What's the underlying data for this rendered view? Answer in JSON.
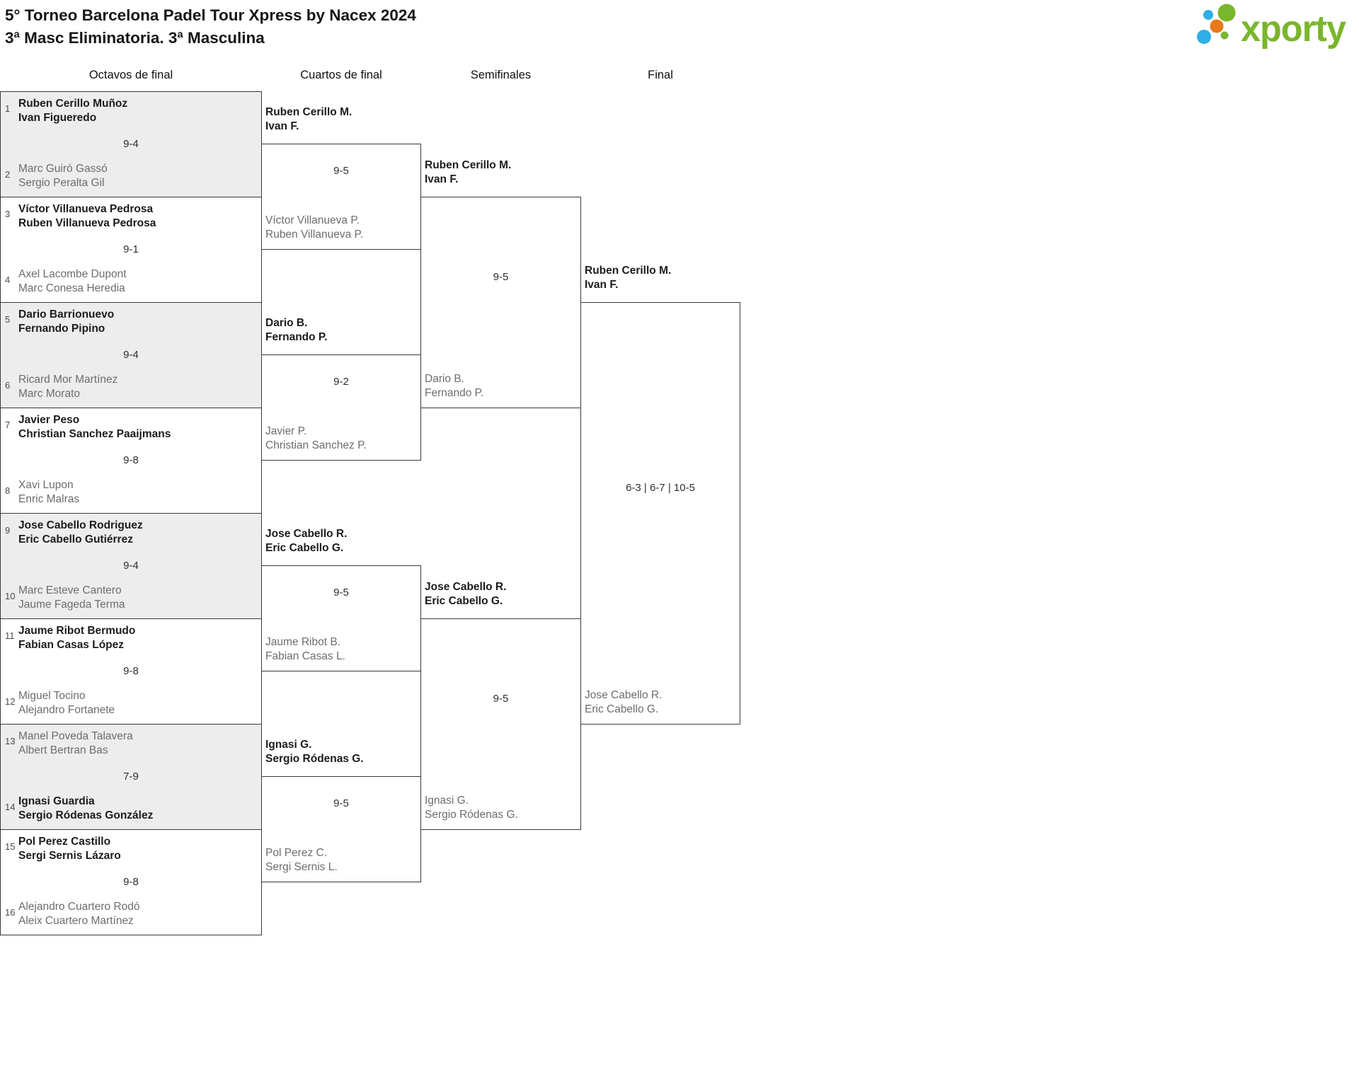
{
  "header": {
    "title": "5° Torneo Barcelona Padel Tour Xpress by Nacex 2024",
    "subtitle": "3ª Masc Eliminatoria. 3ª Masculina"
  },
  "logo": {
    "brand": "xporty",
    "colors": {
      "green": "#7ab62c",
      "blue": "#2fafe8",
      "orange": "#e8791d"
    }
  },
  "columns": [
    "Octavos de final",
    "Cuartos de final",
    "Semifinales",
    "Final"
  ],
  "bracket": {
    "octavos": [
      {
        "seeds": [
          "1",
          "2"
        ],
        "teams": [
          [
            "Ruben Cerillo Muñoz",
            "Ivan Figueredo"
          ],
          [
            "Marc Guiró Gassó",
            "Sergio Peralta Gil"
          ]
        ],
        "winner": 0,
        "score": "9-4"
      },
      {
        "seeds": [
          "3",
          "4"
        ],
        "teams": [
          [
            "Víctor Villanueva Pedrosa",
            "Ruben Villanueva Pedrosa"
          ],
          [
            "Axel Lacombe Dupont",
            "Marc Conesa Heredia"
          ]
        ],
        "winner": 0,
        "score": "9-1"
      },
      {
        "seeds": [
          "5",
          "6"
        ],
        "teams": [
          [
            "Dario Barrionuevo",
            "Fernando Pipino"
          ],
          [
            "Ricard Mor Martínez",
            "Marc Morato"
          ]
        ],
        "winner": 0,
        "score": "9-4"
      },
      {
        "seeds": [
          "7",
          "8"
        ],
        "teams": [
          [
            "Javier Peso",
            "Christian Sanchez Paaijmans"
          ],
          [
            "Xavi Lupon",
            "Enric Malras"
          ]
        ],
        "winner": 0,
        "score": "9-8"
      },
      {
        "seeds": [
          "9",
          "10"
        ],
        "teams": [
          [
            "Jose Cabello Rodriguez",
            "Eric Cabello Gutiérrez"
          ],
          [
            "Marc Esteve Cantero",
            "Jaume Fageda Terma"
          ]
        ],
        "winner": 0,
        "score": "9-4"
      },
      {
        "seeds": [
          "11",
          "12"
        ],
        "teams": [
          [
            "Jaume Ribot Bermudo",
            "Fabian Casas López"
          ],
          [
            "Miguel Tocino",
            "Alejandro Fortanete"
          ]
        ],
        "winner": 0,
        "score": "9-8"
      },
      {
        "seeds": [
          "13",
          "14"
        ],
        "teams": [
          [
            "Manel Poveda Talavera",
            "Albert Bertran Bas"
          ],
          [
            "Ignasi Guardia",
            "Sergio Ródenas González"
          ]
        ],
        "winner": 1,
        "score": "7-9"
      },
      {
        "seeds": [
          "15",
          "16"
        ],
        "teams": [
          [
            "Pol Perez Castillo",
            "Sergi Sernis Lázaro"
          ],
          [
            "Alejandro Cuartero Rodó",
            "Aleix Cuartero Martínez"
          ]
        ],
        "winner": 0,
        "score": "9-8"
      }
    ],
    "cuartos": [
      {
        "teams": [
          [
            "Ruben Cerillo M.",
            "Ivan F."
          ],
          [
            "Víctor Villanueva P.",
            "Ruben Villanueva P."
          ]
        ],
        "winner": 0,
        "score": "9-5"
      },
      {
        "teams": [
          [
            "Dario B.",
            "Fernando P."
          ],
          [
            "Javier P.",
            "Christian Sanchez P."
          ]
        ],
        "winner": 0,
        "score": "9-2"
      },
      {
        "teams": [
          [
            "Jose Cabello R.",
            "Eric Cabello G."
          ],
          [
            "Jaume Ribot B.",
            "Fabian Casas L."
          ]
        ],
        "winner": 0,
        "score": "9-5"
      },
      {
        "teams": [
          [
            "Ignasi G.",
            "Sergio Ródenas G."
          ],
          [
            "Pol Perez C.",
            "Sergi Sernis L."
          ]
        ],
        "winner": 0,
        "score": "9-5"
      }
    ],
    "semifinales": [
      {
        "teams": [
          [
            "Ruben Cerillo M.",
            "Ivan F."
          ],
          [
            "Dario B.",
            "Fernando P."
          ]
        ],
        "winner": 0,
        "score": "9-5"
      },
      {
        "teams": [
          [
            "Jose Cabello R.",
            "Eric Cabello G."
          ],
          [
            "Ignasi G.",
            "Sergio Ródenas G."
          ]
        ],
        "winner": 0,
        "score": "9-5"
      }
    ],
    "final": [
      {
        "teams": [
          [
            "Ruben Cerillo M.",
            "Ivan F."
          ],
          [
            "Jose Cabello R.",
            "Eric Cabello G."
          ]
        ],
        "winner": 0,
        "score": "6-3 | 6-7 | 10-5"
      }
    ]
  }
}
